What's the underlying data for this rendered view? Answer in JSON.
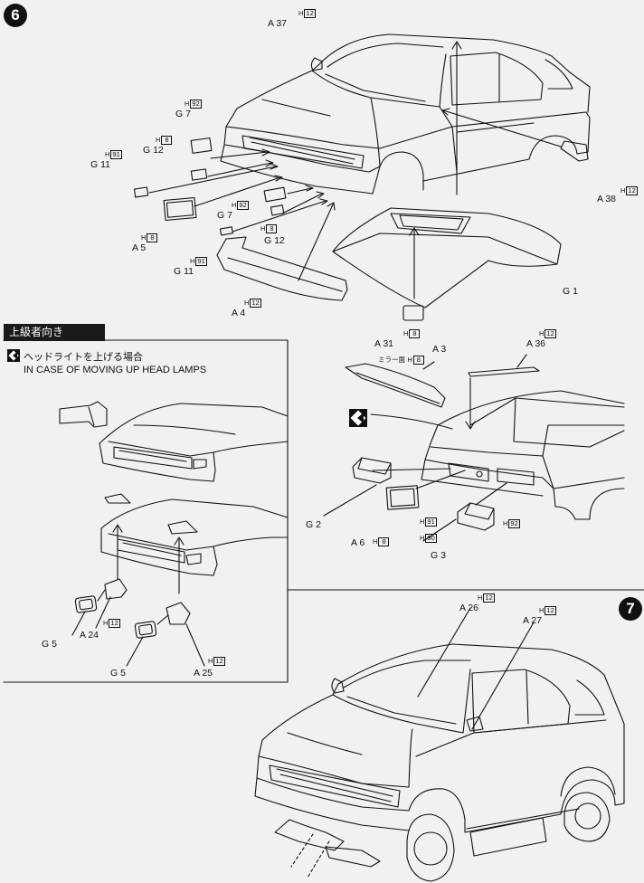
{
  "steps": {
    "step6": "6",
    "step7": "7"
  },
  "advanced": {
    "header": "上級者向き",
    "title_jp": "ヘッドライトを上げる場合",
    "title_en": "IN CASE OF MOVING UP HEAD LAMPS"
  },
  "parts": {
    "a37": "A 37",
    "a37_h": "12",
    "g7a": "G 7",
    "g7a_h": "92",
    "g12a": "G 12",
    "g12a_h": "8",
    "g11a": "G 11",
    "g11a_h": "91",
    "a5": "A 5",
    "a5_h": "8",
    "g7b": "G 7",
    "g7b_h": "92",
    "g12b": "G 12",
    "g12b_h": "8",
    "g11b": "G 11",
    "g11b_h": "91",
    "a4": "A 4",
    "a4_h": "12",
    "a38": "A 38",
    "a38_h": "12",
    "g1": "G 1",
    "a31": "A 31",
    "a31_h": "8",
    "a3": "A 3",
    "a3_note": "ミラー面",
    "a3_h": "8",
    "a36": "A 36",
    "a36_h": "12",
    "g2": "G 2",
    "a6": "A 6",
    "a6_h": "8",
    "g3": "G 3",
    "g3_h1": "91",
    "g3_h2": "90",
    "g3_h3": "92",
    "g5a": "G 5",
    "a24": "A 24",
    "a24_h": "12",
    "g5b": "G 5",
    "a25": "A 25",
    "a25_h": "12",
    "a26": "A 26",
    "a26_h": "12",
    "a27": "A 27",
    "a27_h": "12"
  },
  "h_prefix": "H"
}
